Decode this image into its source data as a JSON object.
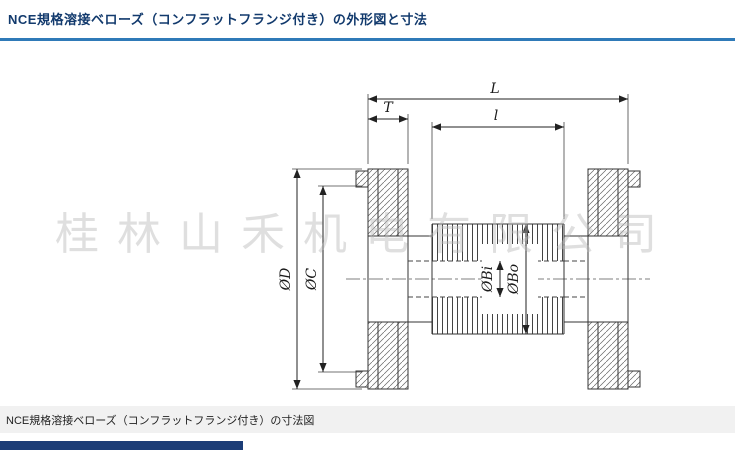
{
  "page": {
    "title": "NCE規格溶接ベローズ（コンフラットフランジ付き）の外形図と寸法",
    "caption": "NCE規格溶接ベローズ（コンフラットフランジ付き）の寸法図",
    "watermark": "桂林山禾机电有限公司"
  },
  "drawing": {
    "labels": {
      "L": "L",
      "l": "l",
      "T": "T",
      "D": "ØD",
      "C": "ØC",
      "Bi": "ØBi",
      "Bo": "ØBo"
    }
  },
  "colors": {
    "title_text": "#123a6d",
    "title_rule": "#2f7ab8",
    "caption_background": "#f1f1f1",
    "bottom_bar": "#1c3d77",
    "drawing_line": "#333333",
    "watermark": "#b9b9b9"
  }
}
